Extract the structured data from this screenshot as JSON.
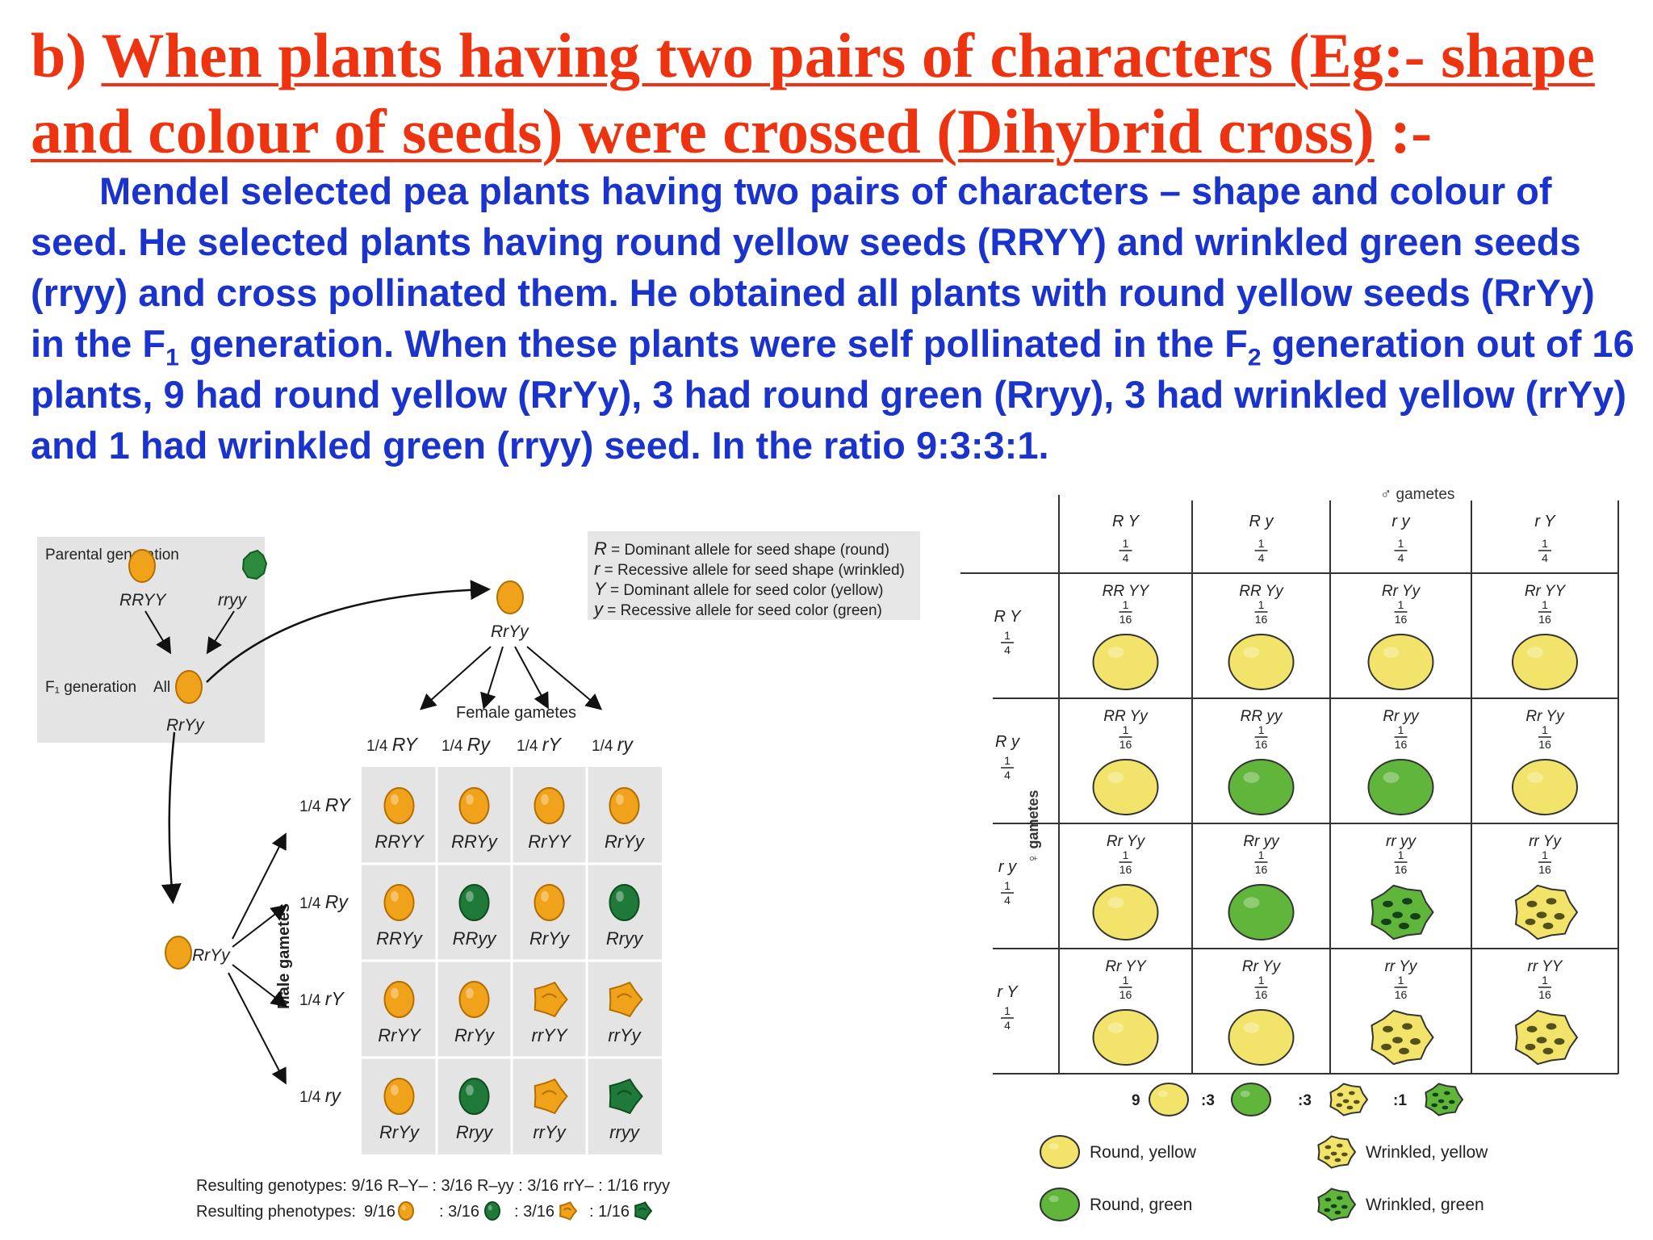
{
  "heading": {
    "prefix": "b) ",
    "underlined": "When plants having two pairs of characters (Eg:- shape and colour of seeds) were crossed (Dihybrid cross)",
    "suffix": " :-"
  },
  "paragraph": {
    "s1": "Mendel selected pea plants having two pairs of characters – shape and colour of seed. He selected plants having round yellow seeds (RRYY) and wrinkled green seeds (rryy) and cross pollinated them. He obtained all plants with  round yellow seeds (RrYy) in the F",
    "sub1": "1",
    "s2": " generation. When these plants were self pollinated in the F",
    "sub2": "2",
    "s3": "  generation out of 16 plants, 9 had round yellow (RrYy), 3 had round green (Rryy), 3 had wrinkled yellow (rrYy) and 1 had wrinkled green (rryy) seed. In the ratio 9:3:3:1."
  },
  "left_diagram": {
    "parental_label": "Parental generation",
    "parent_genotypes": [
      "RRYY",
      "rryy"
    ],
    "f1_label": "F₁ generation",
    "f1_all": "All",
    "f1_genotype": "RrYy",
    "legend": [
      {
        "symbol": "R",
        "text": " = Dominant allele for seed shape (round)"
      },
      {
        "symbol": "r",
        "text": " = Recessive allele for seed shape (wrinkled)"
      },
      {
        "symbol": "Y",
        "text": " = Dominant allele for seed color (yellow)"
      },
      {
        "symbol": "y",
        "text": " = Recessive allele for seed color (green)"
      }
    ],
    "female_gametes_label": "Female gametes",
    "male_gametes_label": "Male gametes",
    "gamete_fraction": "1/4",
    "gametes": [
      "RY",
      "Ry",
      "rY",
      "ry"
    ],
    "grid": [
      [
        {
          "g": "RRYY",
          "s": "round",
          "c": "yellow"
        },
        {
          "g": "RRYy",
          "s": "round",
          "c": "yellow"
        },
        {
          "g": "RrYY",
          "s": "round",
          "c": "yellow"
        },
        {
          "g": "RrYy",
          "s": "round",
          "c": "yellow"
        }
      ],
      [
        {
          "g": "RRYy",
          "s": "round",
          "c": "yellow"
        },
        {
          "g": "RRyy",
          "s": "round",
          "c": "green"
        },
        {
          "g": "RrYy",
          "s": "round",
          "c": "yellow"
        },
        {
          "g": "Rryy",
          "s": "round",
          "c": "green"
        }
      ],
      [
        {
          "g": "RrYY",
          "s": "round",
          "c": "yellow"
        },
        {
          "g": "RrYy",
          "s": "round",
          "c": "yellow"
        },
        {
          "g": "rrYY",
          "s": "wrinkled",
          "c": "yellow"
        },
        {
          "g": "rrYy",
          "s": "wrinkled",
          "c": "yellow"
        }
      ],
      [
        {
          "g": "RrYy",
          "s": "round",
          "c": "yellow"
        },
        {
          "g": "Rryy",
          "s": "round",
          "c": "green"
        },
        {
          "g": "rrYy",
          "s": "wrinkled",
          "c": "yellow"
        },
        {
          "g": "rryy",
          "s": "wrinkled",
          "c": "green"
        }
      ]
    ],
    "genotypes_line": "Resulting genotypes: 9/16 R–Y– : 3/16 R–yy : 3/16 rrY– : 1/16 rryy",
    "phenotypes_label": "Resulting phenotypes:",
    "phenotypes": [
      "9/16",
      "3/16",
      "3/16",
      "1/16"
    ]
  },
  "right_diagram": {
    "male_gametes_label": "♂ gametes",
    "female_gametes_label": "♀ gametes",
    "cols": [
      {
        "gamete": "R Y",
        "frac": "1/4"
      },
      {
        "gamete": "R y",
        "frac": "1/4"
      },
      {
        "gamete": "r y",
        "frac": "1/4"
      },
      {
        "gamete": "r Y",
        "frac": "1/4"
      }
    ],
    "rows": [
      {
        "gamete": "R Y",
        "frac": "1/4"
      },
      {
        "gamete": "R y",
        "frac": "1/4"
      },
      {
        "gamete": "r y",
        "frac": "1/4"
      },
      {
        "gamete": "r Y",
        "frac": "1/4"
      }
    ],
    "cell_fraction": "1/16",
    "grid": [
      [
        {
          "g": "RR YY",
          "s": "round",
          "c": "yellow"
        },
        {
          "g": "RR Yy",
          "s": "round",
          "c": "yellow"
        },
        {
          "g": "Rr Yy",
          "s": "round",
          "c": "yellow"
        },
        {
          "g": "Rr YY",
          "s": "round",
          "c": "yellow"
        }
      ],
      [
        {
          "g": "RR Yy",
          "s": "round",
          "c": "yellow"
        },
        {
          "g": "RR yy",
          "s": "round",
          "c": "green"
        },
        {
          "g": "Rr yy",
          "s": "round",
          "c": "green"
        },
        {
          "g": "Rr Yy",
          "s": "round",
          "c": "yellow"
        }
      ],
      [
        {
          "g": "Rr Yy",
          "s": "round",
          "c": "yellow"
        },
        {
          "g": "Rr yy",
          "s": "round",
          "c": "green"
        },
        {
          "g": "rr yy",
          "s": "wrinkled",
          "c": "green"
        },
        {
          "g": "rr Yy",
          "s": "wrinkled",
          "c": "yellow"
        }
      ],
      [
        {
          "g": "Rr YY",
          "s": "round",
          "c": "yellow"
        },
        {
          "g": "Rr Yy",
          "s": "round",
          "c": "yellow"
        },
        {
          "g": "rr Yy",
          "s": "wrinkled",
          "c": "yellow"
        },
        {
          "g": "rr YY",
          "s": "wrinkled",
          "c": "yellow"
        }
      ]
    ],
    "ratio": [
      "9",
      ":3",
      ":3",
      ":1"
    ],
    "legend": [
      "Round, yellow",
      "Wrinkled, yellow",
      "Round, green",
      "Wrinkled, green"
    ]
  },
  "colors": {
    "heading": "#ee3311",
    "paragraph": "#1a33cc",
    "seed_orange": "#f0a21a",
    "seed_green_dark": "#1f7a3a",
    "seed_yellow_pale": "#f2e36a",
    "seed_green_light": "#5fb63a",
    "grid_bg": "#e4e4e4"
  }
}
